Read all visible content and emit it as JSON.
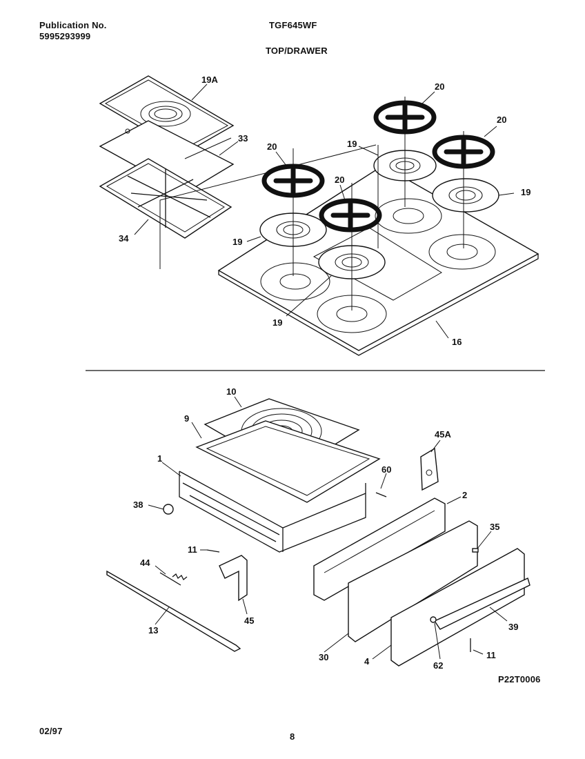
{
  "header": {
    "publication_label": "Publication No.",
    "publication_number": "5995293999",
    "model": "TGF645WF",
    "section": "TOP/DRAWER"
  },
  "footer": {
    "date": "02/97",
    "page": "8",
    "figure_id": "P22T0006"
  },
  "callouts": {
    "c19A": "19A",
    "c33": "33",
    "c34": "34",
    "c20a": "20",
    "c20b": "20",
    "c20c": "20",
    "c20d": "20",
    "c19a": "19",
    "c19b": "19",
    "c19c": "19",
    "c19d": "19",
    "c16": "16",
    "c10": "10",
    "c9": "9",
    "c1": "1",
    "c38": "38",
    "c45A": "45A",
    "c60": "60",
    "c2": "2",
    "c35": "35",
    "c11a": "11",
    "c44": "44",
    "c13": "13",
    "c45": "45",
    "c30": "30",
    "c4": "4",
    "c62": "62",
    "c39": "39",
    "c11b": "11"
  }
}
